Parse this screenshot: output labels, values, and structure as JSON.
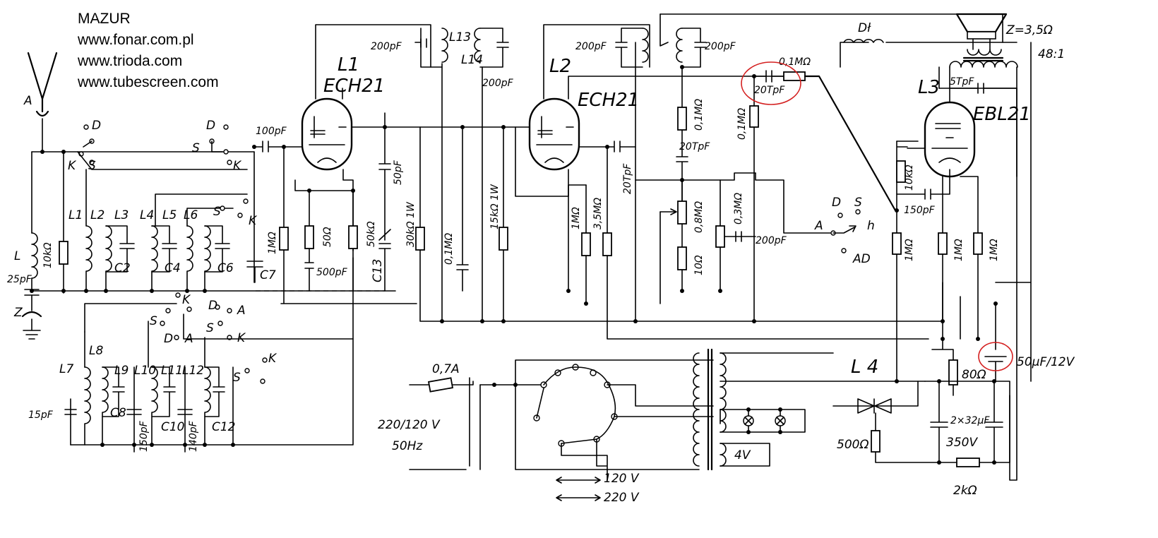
{
  "header": {
    "brand": "MAZUR",
    "links": [
      "www.fonar.com.pl",
      "www.trioda.com",
      "www.tubescreen.com"
    ]
  },
  "tubes": [
    {
      "id": "L1",
      "type": "ECH21"
    },
    {
      "id": "L2",
      "type": "ECH21"
    },
    {
      "id": "L3",
      "type": "EBL21"
    }
  ],
  "antenna": {
    "a": "A",
    "z": "Z",
    "l": "L",
    "cap": "25pF",
    "res": "10kΩ"
  },
  "switch_letters": {
    "d": "D",
    "s": "S",
    "k": "K",
    "a": "A",
    "h": "h",
    "ad": "AD"
  },
  "inductors": {
    "l1": "L1",
    "l2": "L2",
    "l3": "L3",
    "l4": "L4",
    "l5": "L5",
    "l6": "L6",
    "l7": "L7",
    "l8": "L8",
    "l9": "L9",
    "l10": "L10",
    "l11": "L11",
    "l12": "L12",
    "l13": "L13",
    "l14": "L14",
    "l4_choke": "L 4",
    "dl": "Dł"
  },
  "capacitors": {
    "c2": "C2",
    "c4": "C4",
    "c6": "C6",
    "c7": "C7",
    "c8": "C8",
    "c10": "C10",
    "c12": "C12",
    "c13": "C13"
  },
  "values": {
    "c100": "100pF",
    "r1m_a": "1MΩ",
    "r50": "50Ω",
    "c500": "500pF",
    "r50k": "50kΩ",
    "c50p": "50pF",
    "r30k": "30kΩ 1W",
    "c15": "15pF",
    "c150_l10": "150pF",
    "c140": "140pF",
    "c200_l13": "200pF",
    "c200_l14": "200pF",
    "r01m_l1": "0,1MΩ",
    "r15k": "15kΩ 1W",
    "c200_l2a": "200pF",
    "c200_l2b": "200pF",
    "r1m_l2": "1MΩ",
    "r35m": "3,5MΩ",
    "c20t_l2": "20TpF",
    "r01m_mid": "0,1MΩ",
    "c20t_mid": "20TpF",
    "r08m": "0,8MΩ",
    "r10": "10Ω",
    "r03m": "0,3MΩ",
    "c200_mid": "200pF",
    "r01m_top": "0,1MΩ",
    "c20t_top": "20TpF",
    "r01m_v": "0,1MΩ",
    "z": "Z=3,5Ω",
    "ratio": "48:1",
    "c5t": "5TpF",
    "r10k_l3": "10kΩ",
    "c150_l3": "150pF",
    "r1m_l3a": "1MΩ",
    "r1m_l3b": "1MΩ",
    "r1m_l3c": "1MΩ",
    "r80": "80Ω",
    "c50u": "50µF/12V",
    "fuse": "0,7A",
    "mains": "220/120 V",
    "freq": "50Hz",
    "v120": "120 V",
    "v220": "220 V",
    "v4": "4V",
    "r500": "500Ω",
    "c2x32": "2×32µF",
    "v350": "350V",
    "r2k": "2kΩ"
  }
}
